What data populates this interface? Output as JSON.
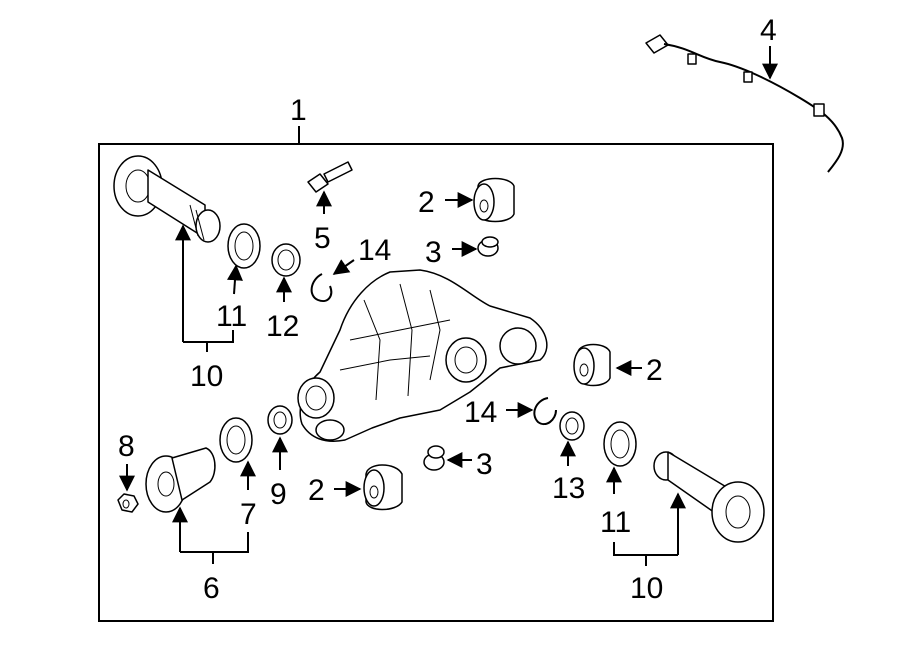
{
  "callouts": {
    "c1": "1",
    "c2a": "2",
    "c2b": "2",
    "c2c": "2",
    "c3a": "3",
    "c3b": "3",
    "c4": "4",
    "c5": "5",
    "c6": "6",
    "c7": "7",
    "c8": "8",
    "c9": "9",
    "c10a": "10",
    "c10b": "10",
    "c11a": "11",
    "c11b": "11",
    "c12": "12",
    "c13": "13",
    "c14a": "14",
    "c14b": "14"
  }
}
